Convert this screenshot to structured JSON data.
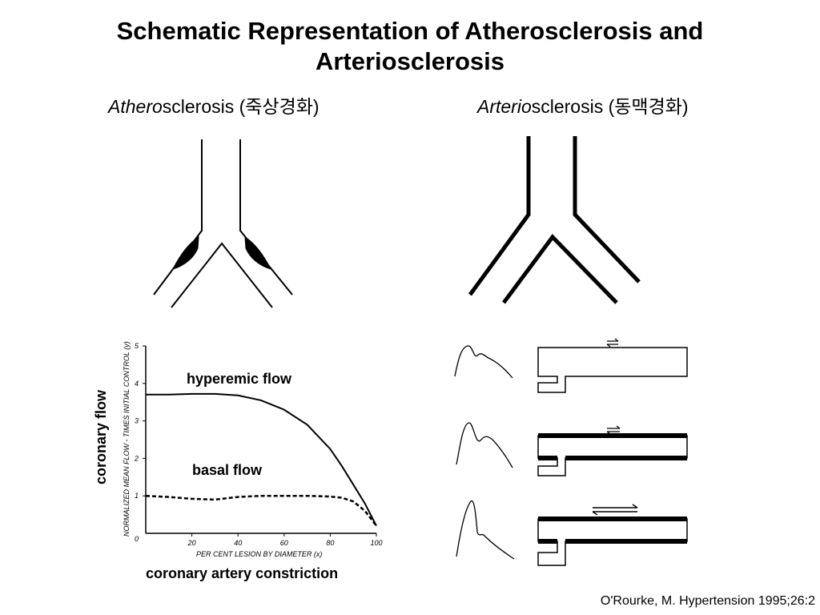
{
  "title": {
    "line1": "Schematic Representation of Atherosclerosis and",
    "line2": "Arteriosclerosis"
  },
  "left_panel": {
    "heading_italic": "Athero",
    "heading_rest": "sclerosis (죽상경화)"
  },
  "right_panel": {
    "heading_italic": "Arterio",
    "heading_rest": "sclerosis (동맥경화)"
  },
  "citation": "O'Rourke, M. Hypertension 1995;26:2",
  "chart_data": {
    "type": "line",
    "xlabel": "PER CENT LESION BY DIAMETER (x)",
    "ylabel": "NORMALIZED MEAN FLOW - TIMES INITIAL CONTROL (y)",
    "outer_xlabel": "coronary artery constriction",
    "outer_ylabel": "coronary flow",
    "xlim": [
      0,
      100
    ],
    "ylim": [
      0,
      5
    ],
    "xticks": [
      "20",
      "40",
      "60",
      "80",
      "100"
    ],
    "yticks": [
      "1",
      "2",
      "3",
      "4",
      "5"
    ],
    "origin_label": "0",
    "series": [
      {
        "name": "hyperemic flow",
        "style": "solid",
        "x": [
          0,
          10,
          20,
          30,
          40,
          50,
          60,
          70,
          80,
          85,
          90,
          95,
          100
        ],
        "y": [
          3.7,
          3.7,
          3.72,
          3.72,
          3.68,
          3.55,
          3.3,
          2.9,
          2.25,
          1.8,
          1.3,
          0.8,
          0.2
        ]
      },
      {
        "name": "basal flow",
        "style": "dashed",
        "x": [
          0,
          10,
          20,
          30,
          40,
          50,
          60,
          70,
          80,
          85,
          90,
          95,
          100
        ],
        "y": [
          1.0,
          0.97,
          0.92,
          0.9,
          0.97,
          1.0,
          1.0,
          1.0,
          0.98,
          0.95,
          0.85,
          0.6,
          0.2
        ]
      }
    ]
  }
}
